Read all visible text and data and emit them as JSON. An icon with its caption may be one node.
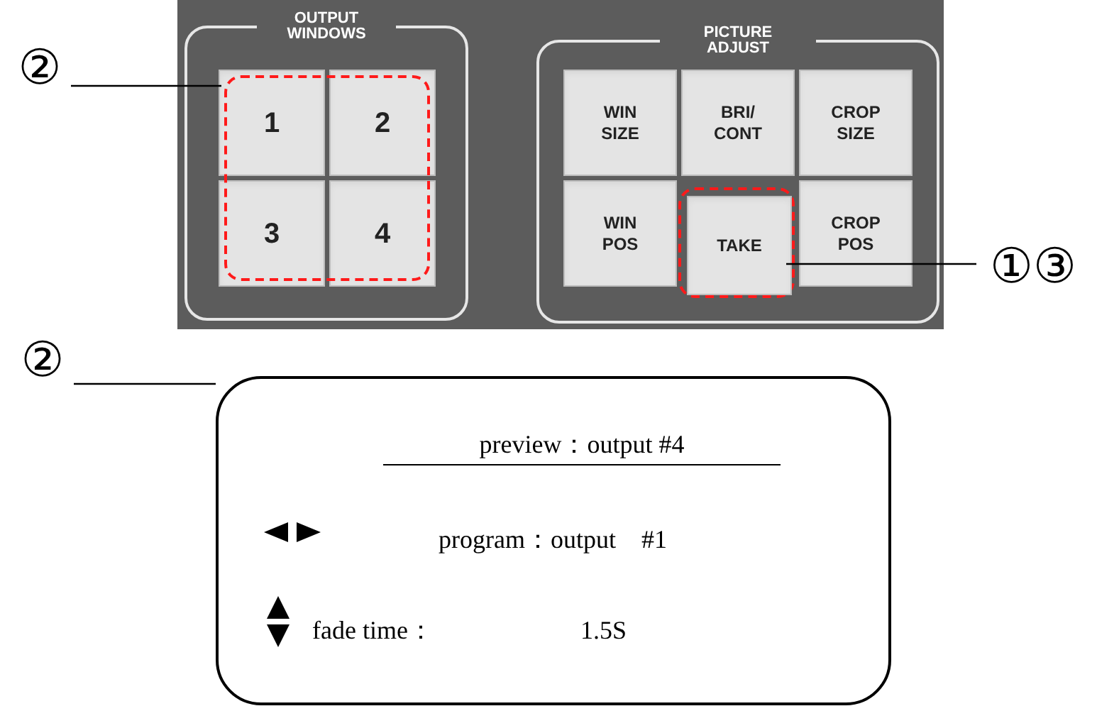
{
  "diagram": {
    "nodes": [
      {
        "text": [
          "OUTPUT WINDOWS"
        ]
      },
      {
        "text": [],
        "shape": "box",
        "in": 0
      },
      {
        "text": [
          "1"
        ],
        "in": 0
      },
      {
        "text": [
          "2"
        ],
        "in": 0
      },
      {
        "text": [
          "3"
        ],
        "in": 0
      },
      {
        "text": [
          "4"
        ],
        "in": 0
      },
      {
        "text": [
          "PICTURE ADJUST"
        ]
      },
      {
        "text": [
          "WIN SIZE"
        ],
        "in": 6
      },
      {
        "text": [
          "BRI/ CONT"
        ],
        "in": 6
      },
      {
        "text": [
          "CROP SIZE"
        ],
        "in": 6
      },
      {
        "text": [
          "WIN POS"
        ],
        "in": 6
      },
      {
        "text": [],
        "shape": "box",
        "in": 6
      },
      {
        "text": [
          "TAKE"
        ],
        "in": 11
      },
      {
        "text": [
          "CROP POS"
        ],
        "in": 6
      },
      {
        "text": [
          "②"
        ]
      },
      {
        "text": [
          "①③"
        ]
      },
      {
        "text": [
          "②"
        ]
      },
      {
        "text": [
          "preview：output #4",
          "program：output　#1",
          "fade time：",
          "1.5S"
        ]
      }
    ],
    "edges": [
      {
        "from": 14,
        "to": 1,
        "arrow": "none"
      },
      {
        "from": 15,
        "to": 12,
        "arrow": "none"
      },
      {
        "from": 16,
        "to": 17,
        "arrow": "none"
      }
    ]
  }
}
